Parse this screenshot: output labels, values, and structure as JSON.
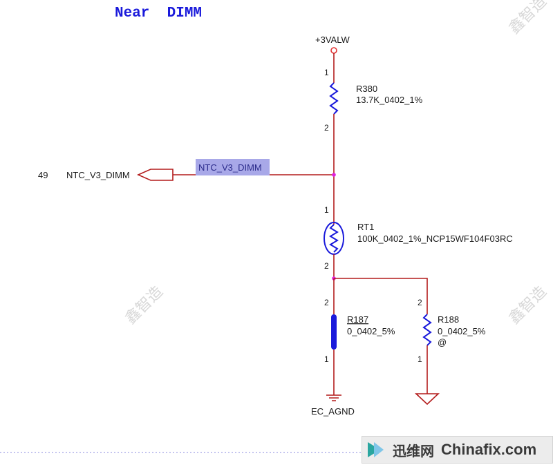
{
  "title": "Near  DIMM",
  "power_rail": "+3VALW",
  "ground_label": "EC_AGND",
  "connector": {
    "pin_number": "49",
    "signal_name": "NTC_V3_DIMM",
    "net_label": "NTC_V3_DIMM",
    "highlight_color": "#a8a8e8"
  },
  "components": {
    "r380": {
      "ref": "R380",
      "value": "13.7K_0402_1%",
      "pin_top": "1",
      "pin_bottom": "2"
    },
    "rt1": {
      "ref": "RT1",
      "value": "100K_0402_1%_NCP15WF104F03RC",
      "pin_top": "1",
      "pin_bottom": "2"
    },
    "r187": {
      "ref": "R187",
      "value": "0_0402_5%",
      "pin_top": "2",
      "pin_bottom": "1"
    },
    "r188": {
      "ref": "R188",
      "value": "0_0402_5%",
      "note": "@",
      "pin_top": "2",
      "pin_bottom": "1"
    }
  },
  "colors": {
    "wire": "#b31b1b",
    "component": "#1a1adb",
    "junction": "#e020e0",
    "title": "#1a1adb"
  },
  "watermark": {
    "text": "鑫智造",
    "brand_cn": "迅维网",
    "brand_en": "Chinafix.com"
  }
}
